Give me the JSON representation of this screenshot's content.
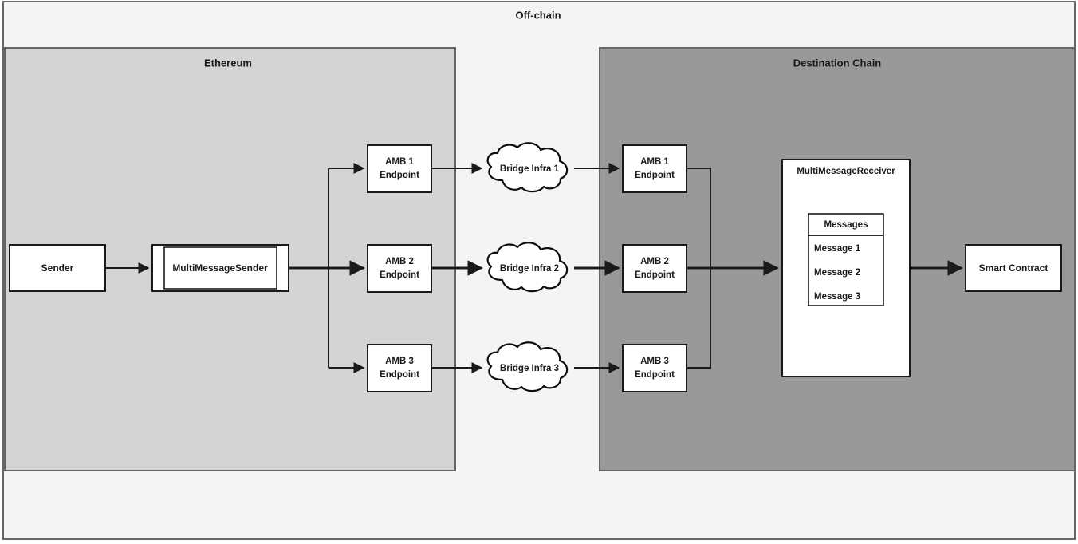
{
  "diagram": {
    "outer": {
      "title": "Off-chain"
    },
    "zones": [
      {
        "id": "ethereum",
        "title": "Ethereum",
        "fill": "#d4d4d4"
      },
      {
        "id": "destination",
        "title": "Destination Chain",
        "fill": "#999999"
      }
    ],
    "source_nodes": [
      {
        "id": "sender",
        "label": "Sender"
      },
      {
        "id": "multi-message-sender",
        "label": "MultiMessageSender"
      }
    ],
    "source_endpoints": [
      {
        "id": "amb-1-endpoint-src",
        "line1": "AMB 1",
        "line2": "Endpoint"
      },
      {
        "id": "amb-2-endpoint-src",
        "line1": "AMB 2",
        "line2": "Endpoint"
      },
      {
        "id": "amb-3-endpoint-src",
        "line1": "AMB 3",
        "line2": "Endpoint"
      }
    ],
    "bridges": [
      {
        "id": "bridge-infra-1",
        "label": "Bridge Infra 1"
      },
      {
        "id": "bridge-infra-2",
        "label": "Bridge Infra 2"
      },
      {
        "id": "bridge-infra-3",
        "label": "Bridge Infra 3"
      }
    ],
    "dest_endpoints": [
      {
        "id": "amb-1-endpoint-dst",
        "line1": "AMB 1",
        "line2": "Endpoint"
      },
      {
        "id": "amb-2-endpoint-dst",
        "line1": "AMB 2",
        "line2": "Endpoint"
      },
      {
        "id": "amb-3-endpoint-dst",
        "line1": "AMB 3",
        "line2": "Endpoint"
      }
    ],
    "receiver": {
      "id": "multi-message-receiver",
      "label": "MultiMessageReceiver",
      "table": {
        "header": "Messages",
        "rows": [
          "Message 1",
          "Message 2",
          "Message 3"
        ]
      }
    },
    "target": {
      "id": "smart-contract",
      "label": "Smart Contract"
    },
    "colors": {
      "canvas": "#ffffff",
      "offchain_fill": "#f4f4f4",
      "ethereum_fill": "#d4d4d4",
      "destination_fill": "#999999",
      "node_fill": "#ffffff",
      "stroke": "#1a1a1a",
      "zone_stroke": "#666666"
    }
  }
}
